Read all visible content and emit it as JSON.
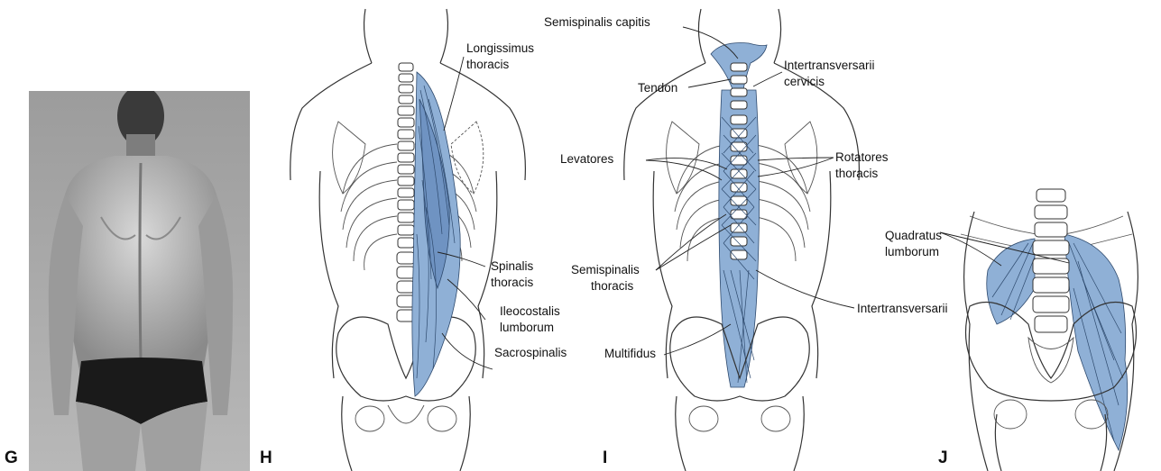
{
  "panels": {
    "g": {
      "letter": "G"
    },
    "h": {
      "letter": "H",
      "labels": {
        "longissimus_1": "Longissimus",
        "longissimus_2": "thoracis",
        "spinalis_1": "Spinalis",
        "spinalis_2": "thoracis",
        "ileocostalis_1": "Ileocostalis",
        "ileocostalis_2": "lumborum",
        "sacrospinalis": "Sacrospinalis"
      }
    },
    "i": {
      "letter": "I",
      "labels": {
        "semispinalis_capitis": "Semispinalis capitis",
        "tendon": "Tendon",
        "intertransversarii_cervicis_1": "Intertransversarii",
        "intertransversarii_cervicis_2": "cervicis",
        "levatores": "Levatores",
        "rotatores_1": "Rotatores",
        "rotatores_2": "thoracis",
        "semispinalis_thoracis_1": "Semispinalis",
        "semispinalis_thoracis_2": "thoracis",
        "intertransversarii": "Intertransversarii",
        "multifidus": "Multifidus"
      }
    },
    "j": {
      "letter": "J",
      "labels": {
        "quadratus_1": "Quadratus",
        "quadratus_2": "lumborum"
      }
    }
  },
  "colors": {
    "muscle": "#8fb0d6",
    "muscle_outline": "#2e4a6e",
    "photo_bg": "#a9a9a9"
  }
}
